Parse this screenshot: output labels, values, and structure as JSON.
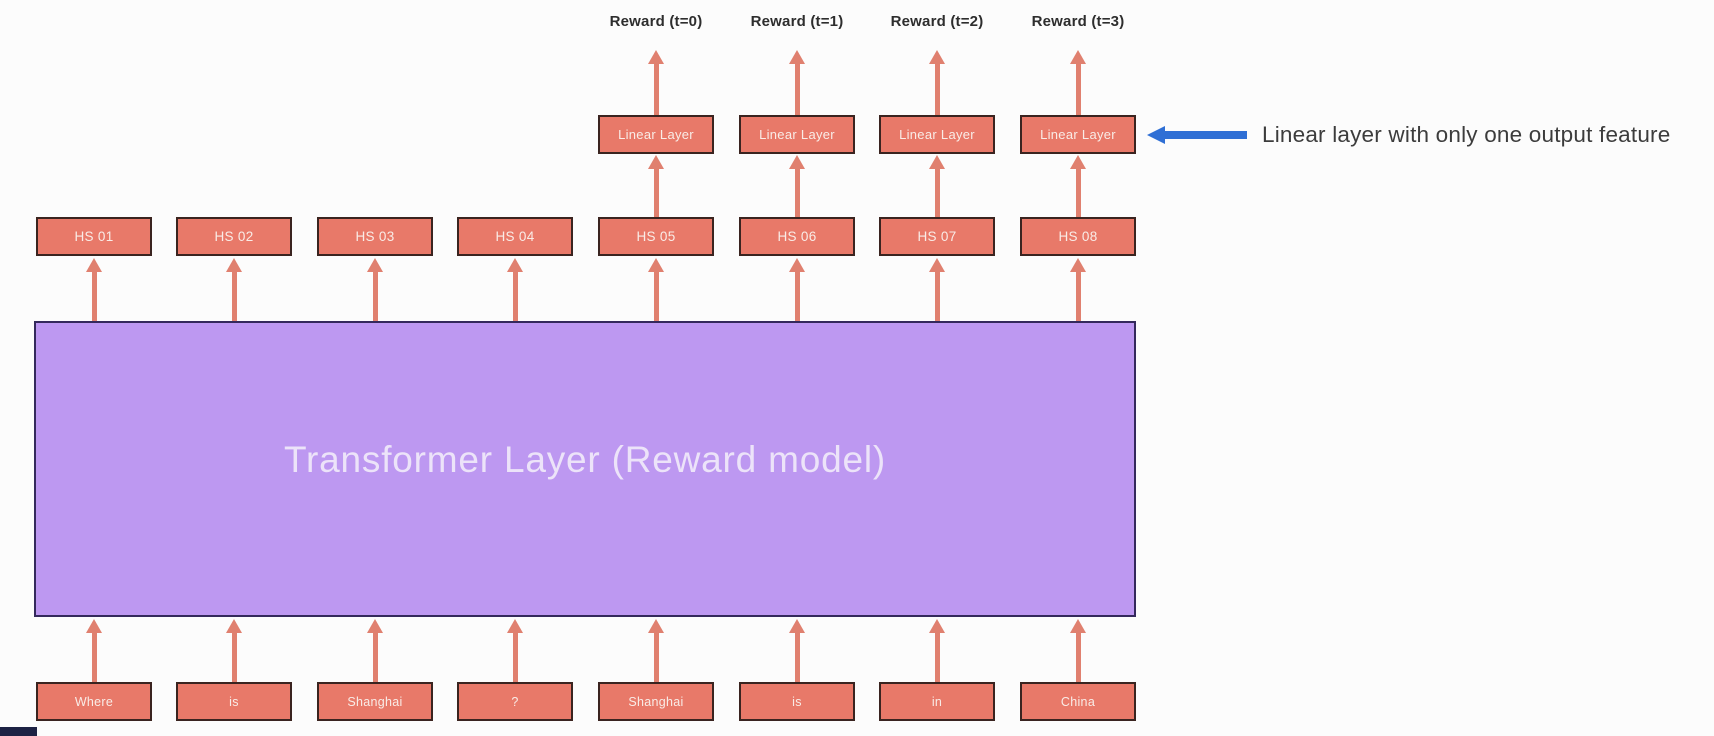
{
  "diagram": {
    "title": "Transformer Layer (Reward model)",
    "reward_labels": [
      "Reward (t=0)",
      "Reward (t=1)",
      "Reward (t=2)",
      "Reward (t=3)"
    ],
    "linear_layers": [
      "Linear Layer",
      "Linear Layer",
      "Linear Layer",
      "Linear Layer"
    ],
    "hidden_states": [
      "HS 01",
      "HS 02",
      "HS 03",
      "HS 04",
      "HS 05",
      "HS 06",
      "HS 07",
      "HS 08"
    ],
    "tokens": [
      "Where",
      "is",
      "Shanghai",
      "?",
      "Shanghai",
      "is",
      "in",
      "China"
    ],
    "annotation": {
      "text": "Linear layer with only one output feature"
    },
    "colors": {
      "box_fill": "#e87969",
      "box_border": "#3a2420",
      "box_text": "#f9ece7",
      "arrow": "#e0806f",
      "transformer_fill": "#bd98f1",
      "transformer_border": "#34295c",
      "annotation_arrow": "#2f6fd5",
      "label_text": "#2e2e2e"
    }
  }
}
